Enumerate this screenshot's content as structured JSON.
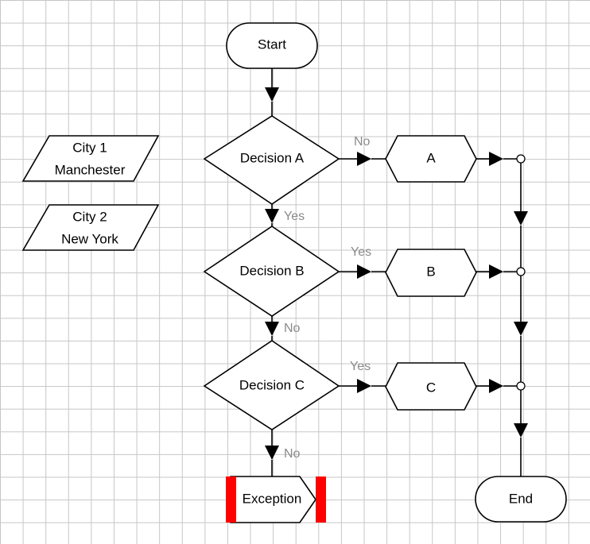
{
  "nodes": {
    "start": "Start",
    "end": "End",
    "decision_a": "Decision A",
    "decision_b": "Decision B",
    "decision_c": "Decision C",
    "process_a": "A",
    "process_b": "B",
    "process_c": "C",
    "exception": "Exception"
  },
  "cities": [
    {
      "line1": "City 1",
      "line2": "Manchester"
    },
    {
      "line1": "City 2",
      "line2": "New York"
    }
  ],
  "edge_labels": {
    "a_to_process": "No",
    "a_to_b": "Yes",
    "b_to_process": "Yes",
    "b_to_c": "No",
    "c_to_process": "Yes",
    "c_to_exception": "No"
  },
  "colors": {
    "exception_marker": "#ff0000",
    "edge_label": "#8a8a8a",
    "grid": "#c6c6c6"
  }
}
